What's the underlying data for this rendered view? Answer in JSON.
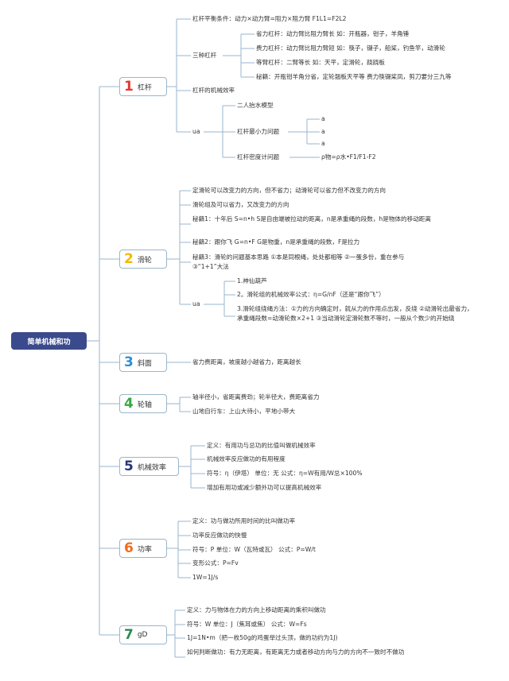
{
  "root": "简单机械和功",
  "colors": {
    "line": "#9ab6cc",
    "root_bg": "#3b4a8c",
    "n1": "#e53935",
    "n2": "#f5b800",
    "n3": "#2b8fd6",
    "n4": "#3aa845",
    "n5": "#26367d",
    "n6": "#f26b1d",
    "n7": "#2e8b57"
  },
  "branches": [
    {
      "num": "1",
      "label": "杠杆",
      "items": [
        "杠杆平衡条件：动力×动力臂=阻力×阻力臂 F1L1=F2L2",
        "三种杠杆",
        "杠杆的机械效率",
        "ua"
      ],
      "lever_types": [
        "省力杠杆：动力臂比阻力臂长 如：开瓶器，钳子，羊角锤",
        "费力杠杆：动力臂比阻力臂短 如：筷子，镊子，船桨，钓鱼竿，动滑轮",
        "等臂杠杆：二臂等长 如：天平，定滑轮，跷跷板",
        "秘籍：开瓶钳羊角分省，定轮翘板天平等 费力筷镊桨凤，剪刀要分三九等"
      ],
      "ua_items": [
        "二人抬水模型",
        "杠杆最小力问题",
        "杠杆密度计问题"
      ],
      "min_force": [
        "a",
        "a",
        "a"
      ],
      "density": "ρ物=ρ水•F1/F1-F2"
    },
    {
      "num": "2",
      "label": "滑轮",
      "items": [
        "定滑轮可以改变力的方向，但不省力；动滑轮可以省力但不改变力的方向",
        "滑轮组及可以省力，又改变力的方向",
        "秘籍1：十年后 S=n•h S是自由端被拉动的距离，n是承重绳的段数，h是物体的移动距离",
        "秘籍2：跟你飞 G=n•F G是物重，n是承重绳的段数，F是拉力",
        "秘籍3：滑轮的问题基本思路 ①本是同根绳，处处都相等 ②一蛋多份，重在参与 ③“1+1”大法",
        "ua"
      ],
      "ua_items": [
        "1.神仙葫芦",
        "2。滑轮组的机械效率公式：η=G/nF（还是“跟你飞”）",
        "3.滑轮组绕绳方法：①力的方向确定时，就从力的作用点出发，反绕 ②动滑轮出最省力，承重绳段数=动滑轮数×2+1 ③当动滑轮定滑轮数不等时，一般从个数少的开始绕"
      ]
    },
    {
      "num": "3",
      "label": "斜面",
      "items": [
        "省力费距离，坡度越小越省力，距离越长"
      ]
    },
    {
      "num": "4",
      "label": "轮轴",
      "items": [
        "轴半径小，省距离费劲；轮半径大，费距离省力",
        "山地自行车：上山大待小，平地小带大"
      ]
    },
    {
      "num": "5",
      "label": "机械效率",
      "items": [
        "定义：有用功与总功的比值叫做机械效率",
        "机械效率反应做功的有用程度",
        "符号：η（伊塔） 单位：无 公式：η=W有用/W总×100%",
        "增加有用功或减少额外功可以提高机械效率"
      ]
    },
    {
      "num": "6",
      "label": "功率",
      "items": [
        "定义：功与做功所用时间的比叫做功率",
        "功率反应做功的快慢",
        "符号：P 单位：W（瓦特或瓦） 公式：P=W/t",
        "变形公式：P=Fv",
        "1W=1J/s"
      ]
    },
    {
      "num": "7",
      "label": "gD",
      "items": [
        "定义：力与物体在力的方向上移动距离的乘积叫做功",
        "符号：W 单位：J（焦耳或焦） 公式：W=Fs",
        "1J=1N•m（把一枚50g的鸡蛋举过头顶，做的功约为1J)",
        "如何判断做功：有力无距离，有距离无力或者移动方向与力的方向不一致时不做功"
      ]
    }
  ]
}
